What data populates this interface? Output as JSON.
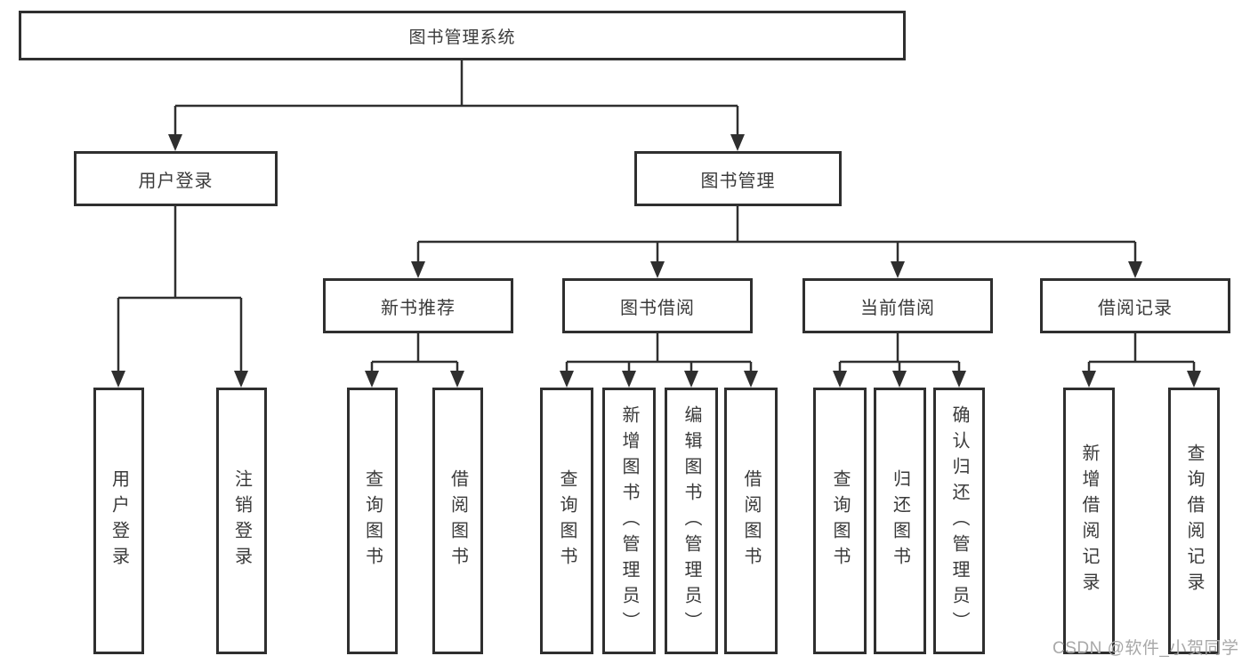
{
  "colors": {
    "line": "#2f2f2f",
    "box_border": "#2f2f2f",
    "text": "#3a3a3a",
    "watermark": "#a8a8a8",
    "background": "#ffffff"
  },
  "watermark": {
    "text": "CSDN @软件_小贺同学"
  },
  "tree": {
    "label": "图书管理系统",
    "children": [
      {
        "label": "用户登录",
        "children": [
          {
            "label": "用户登录"
          },
          {
            "label": "注销登录"
          }
        ]
      },
      {
        "label": "图书管理",
        "children": [
          {
            "label": "新书推荐",
            "children": [
              {
                "label": "查询图书"
              },
              {
                "label": "借阅图书"
              }
            ]
          },
          {
            "label": "图书借阅",
            "children": [
              {
                "label": "查询图书"
              },
              {
                "label": "新增图书（管理员）"
              },
              {
                "label": "编辑图书（管理员）"
              },
              {
                "label": "借阅图书"
              }
            ]
          },
          {
            "label": "当前借阅",
            "children": [
              {
                "label": "查询图书"
              },
              {
                "label": "归还图书"
              },
              {
                "label": "确认归还（管理员）"
              }
            ]
          },
          {
            "label": "借阅记录",
            "children": [
              {
                "label": "新增借阅记录"
              },
              {
                "label": "查询借阅记录"
              }
            ]
          }
        ]
      }
    ]
  }
}
